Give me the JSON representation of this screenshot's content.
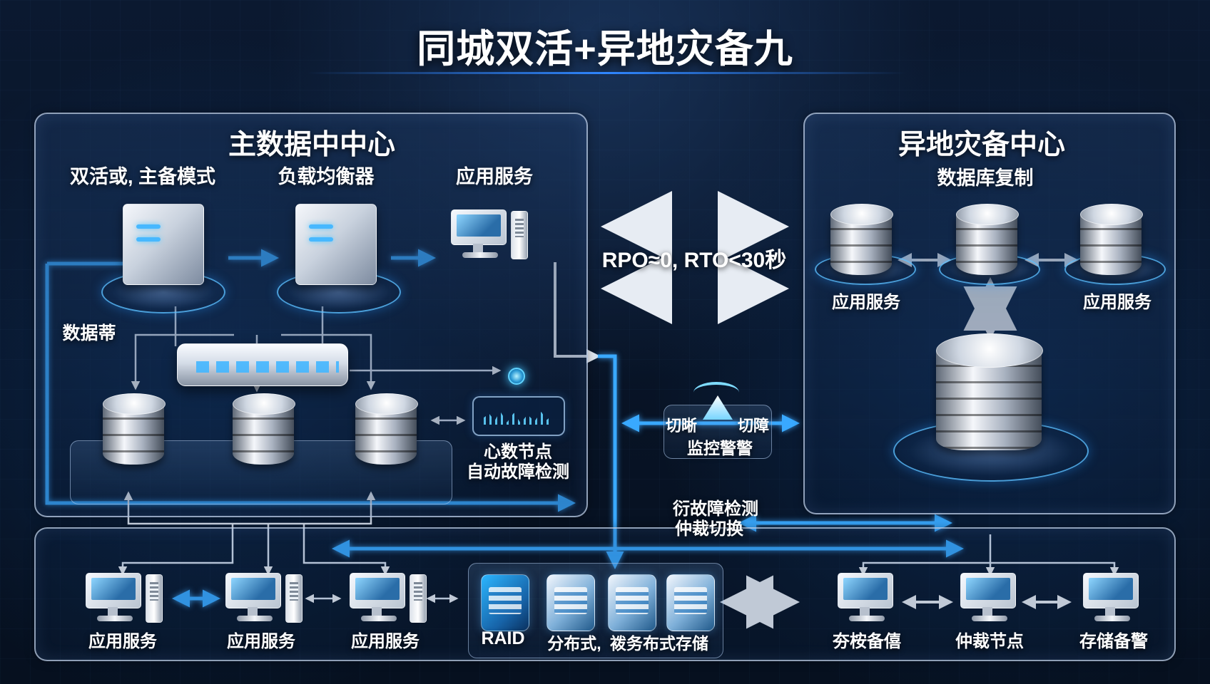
{
  "title": "同城双活+异地灾备九",
  "main_center": {
    "title": "主数据中中心",
    "labels": {
      "mode": "双活或, 主备模式",
      "load_balancer": "负载均衡器",
      "app_service": "应用服务",
      "data_sync": "数据蒂",
      "heartbeat": "心数节点",
      "auto_detect": "自动故障检测"
    }
  },
  "middle": {
    "metric": "RPO≈0, RTO<30秒",
    "switch_left": "切晰",
    "switch_right": "切障",
    "monitor_alarm": "监控警警",
    "fault_detect": "衍故障检测",
    "arbitration_switch": "仲裁切换"
  },
  "remote_center": {
    "title": "异地灾备中心",
    "subtitle": "数据库复制",
    "left_app": "应用服务",
    "right_app": "应用服务"
  },
  "bottom_clients": {
    "app1": "应用服务",
    "app2": "应用服务",
    "app3": "应用服务"
  },
  "storage": {
    "raid": "RAID",
    "distributed": "分布式,",
    "distributed_storage": "袯务布式存储"
  },
  "remote_bottom": {
    "left": "夯桉备僖",
    "middle": "仲裁节点",
    "right": "存储备警"
  },
  "colors": {
    "accent": "#39a9ff",
    "background": "#07152b",
    "line": "#e7ecf3"
  }
}
